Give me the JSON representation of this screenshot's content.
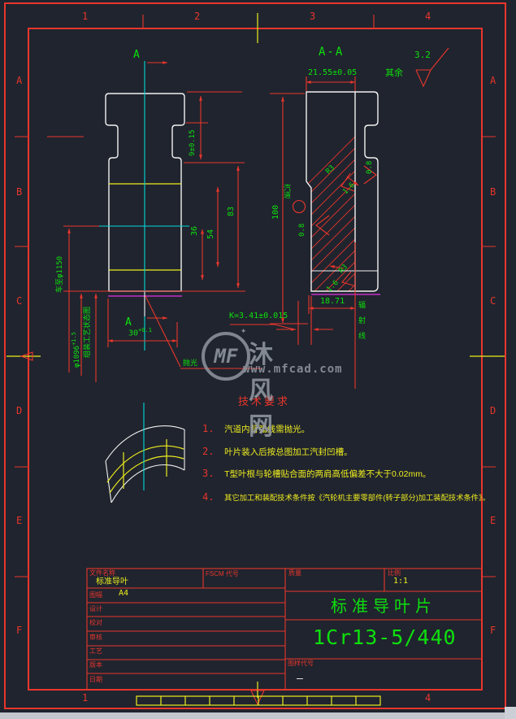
{
  "frame": {
    "cols": [
      "1",
      "2",
      "3",
      "4"
    ],
    "rows": [
      "A",
      "B",
      "C",
      "D",
      "E",
      "F"
    ],
    "cols_bottom": [
      "1",
      "4"
    ]
  },
  "general_note": {
    "rest_label": "其余",
    "roughness": "3.2"
  },
  "front_view": {
    "cut_label_top": "A",
    "cut_label_bottom": "A",
    "dim_9": "9±0.15",
    "dim_36": "36",
    "dim_54": "54",
    "dim_83": "83",
    "dim_30": "30",
    "dim_30_tol": "+0.1",
    "dim_dia_1150": "车至φ1150",
    "dim_dia_1096": "φ1096",
    "dim_dia_1096_tol": "+1.5",
    "assembly_note": "组装工艺状态图",
    "polish_note": "抛光"
  },
  "section_view": {
    "title": "A-A",
    "dim_width": "21.55±0.05",
    "dim_height": "100",
    "dim_foot": "18.71",
    "dim_k": "K=3.41±0.015",
    "radius_top": "R3",
    "radius_foot": "R3",
    "rough_16_top": "1.6",
    "rough_16_foot": "1.6",
    "rough_08_left": "0.8",
    "rough_08_right": "0.8",
    "steam_label": "汽道",
    "radial_label": "辐射线"
  },
  "tech_requirements": {
    "title": "技术要求",
    "items": [
      {
        "no": "1.",
        "text": "汽道内背弧线需抛光。"
      },
      {
        "no": "2.",
        "text": "叶片装入后按总图加工汽封凹槽。"
      },
      {
        "no": "3.",
        "text": "T型叶根与轮槽贴合面的两肩高低偏差不大于0.02mm。"
      },
      {
        "no": "4.",
        "text": "其它加工和装配技术条件按《汽轮机主要零部件(转子部分)加工装配技术条件》。"
      }
    ]
  },
  "title_block": {
    "doc_label": "文件名称",
    "doc_value": "标准导叶",
    "fscm_label": "FSCM 代号",
    "sheet_label": "图幅",
    "sheet_value": "A4",
    "row_labels": [
      "设计",
      "校对",
      "审核",
      "工艺",
      "版本",
      "日期"
    ],
    "mass_label": "质量",
    "scale_label": "比例",
    "scale_value": "1:1",
    "part_name": "标准导叶片",
    "material_spec": "1Cr13-5/440",
    "code_label": "图样代号",
    "code_value": "—"
  },
  "watermark": {
    "logo": "MF",
    "spark": "✦",
    "site_name": "沐风网",
    "site_url": "www.mfcad.com"
  }
}
